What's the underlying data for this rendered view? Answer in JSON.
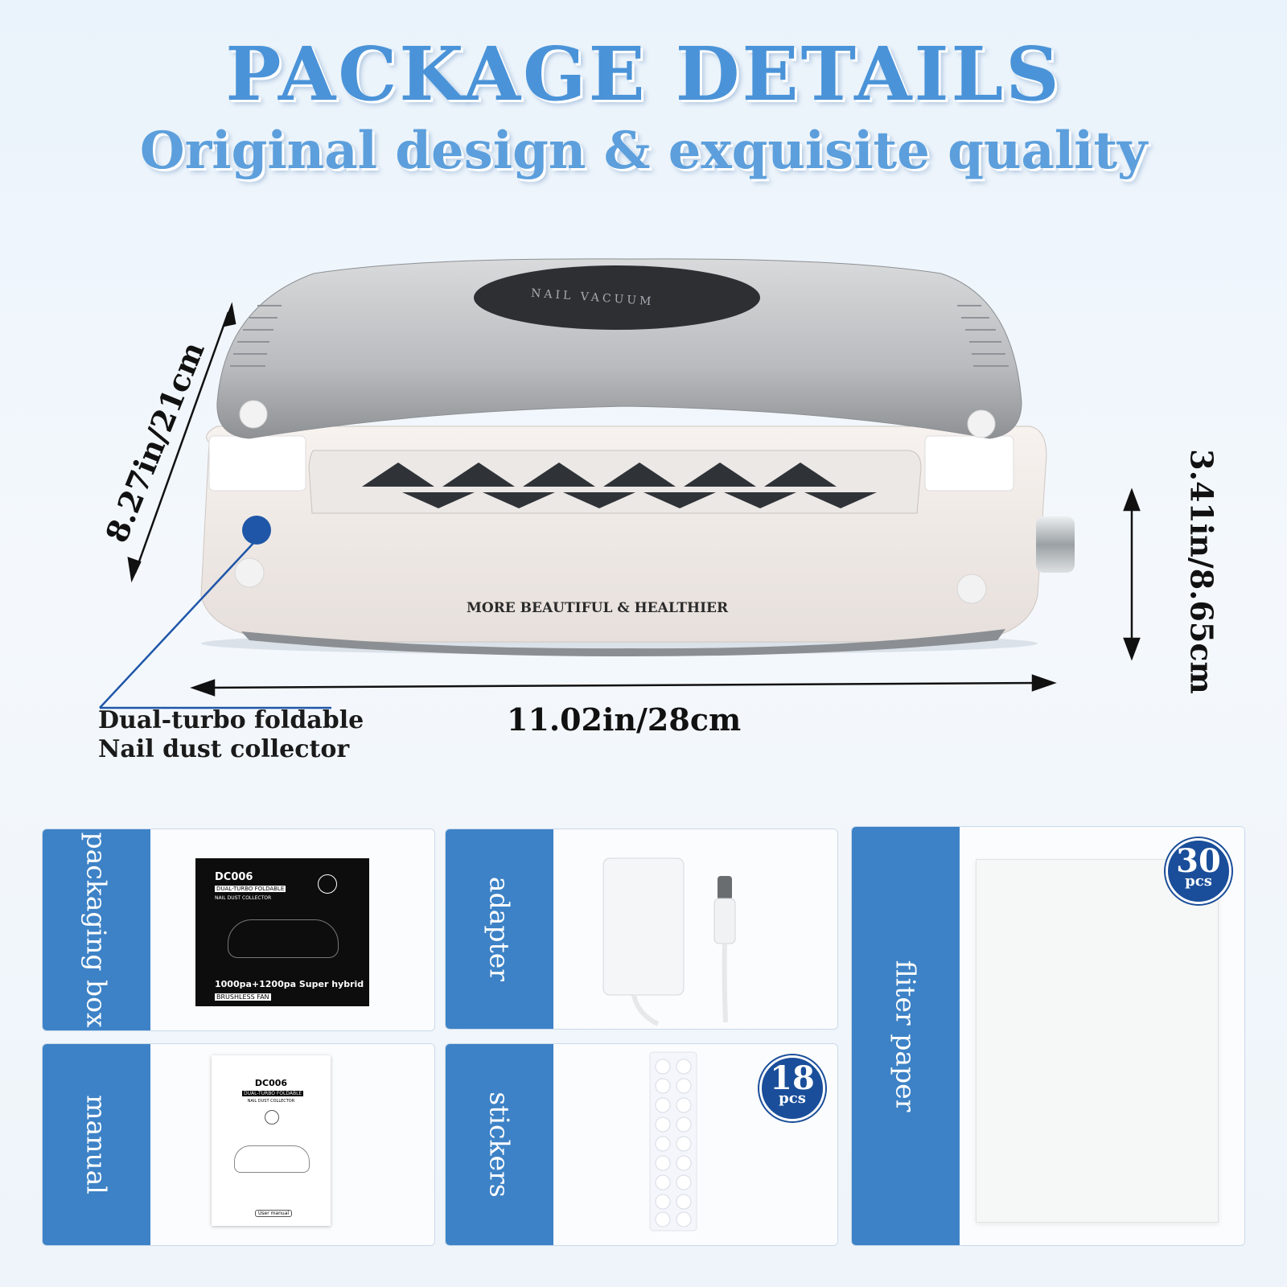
{
  "header": {
    "title": "PACKAGE DETAILS",
    "subtitle": "Original design & exquisite quality"
  },
  "product": {
    "top_label": "NAIL VACUUM",
    "front_slogan": "MORE BEAUTIFUL & HEALTHIER",
    "depth": "8.27in/21cm",
    "width": "11.02in/28cm",
    "height": "3.41in/8.65cm",
    "callout_line1": "Dual-turbo foldable",
    "callout_line2": "Nail dust collector"
  },
  "items": [
    {
      "label": "packaging box",
      "box_model": "DC006",
      "box_line1": "DUAL-TURBO FOLDABLE",
      "box_line2": "NAIL DUST COLLECTOR",
      "box_spec": "1000pa+1200pa Super hybrid",
      "box_fan": "BRUSHLESS FAN"
    },
    {
      "label": "adapter"
    },
    {
      "label": "fliter paper",
      "count": "30",
      "unit": "pcs"
    },
    {
      "label": "manual",
      "manual_model": "DC006",
      "manual_line1": "DUAL-TURBO FOLDABLE",
      "manual_line2": "NAIL DUST COLLECTOR",
      "manual_footer": "User manual"
    },
    {
      "label": "stickers",
      "count": "18",
      "unit": "pcs"
    }
  ],
  "colors": {
    "accent": "#3d82c6",
    "title": "#4a93d8",
    "badge": "#1a4e9a"
  }
}
